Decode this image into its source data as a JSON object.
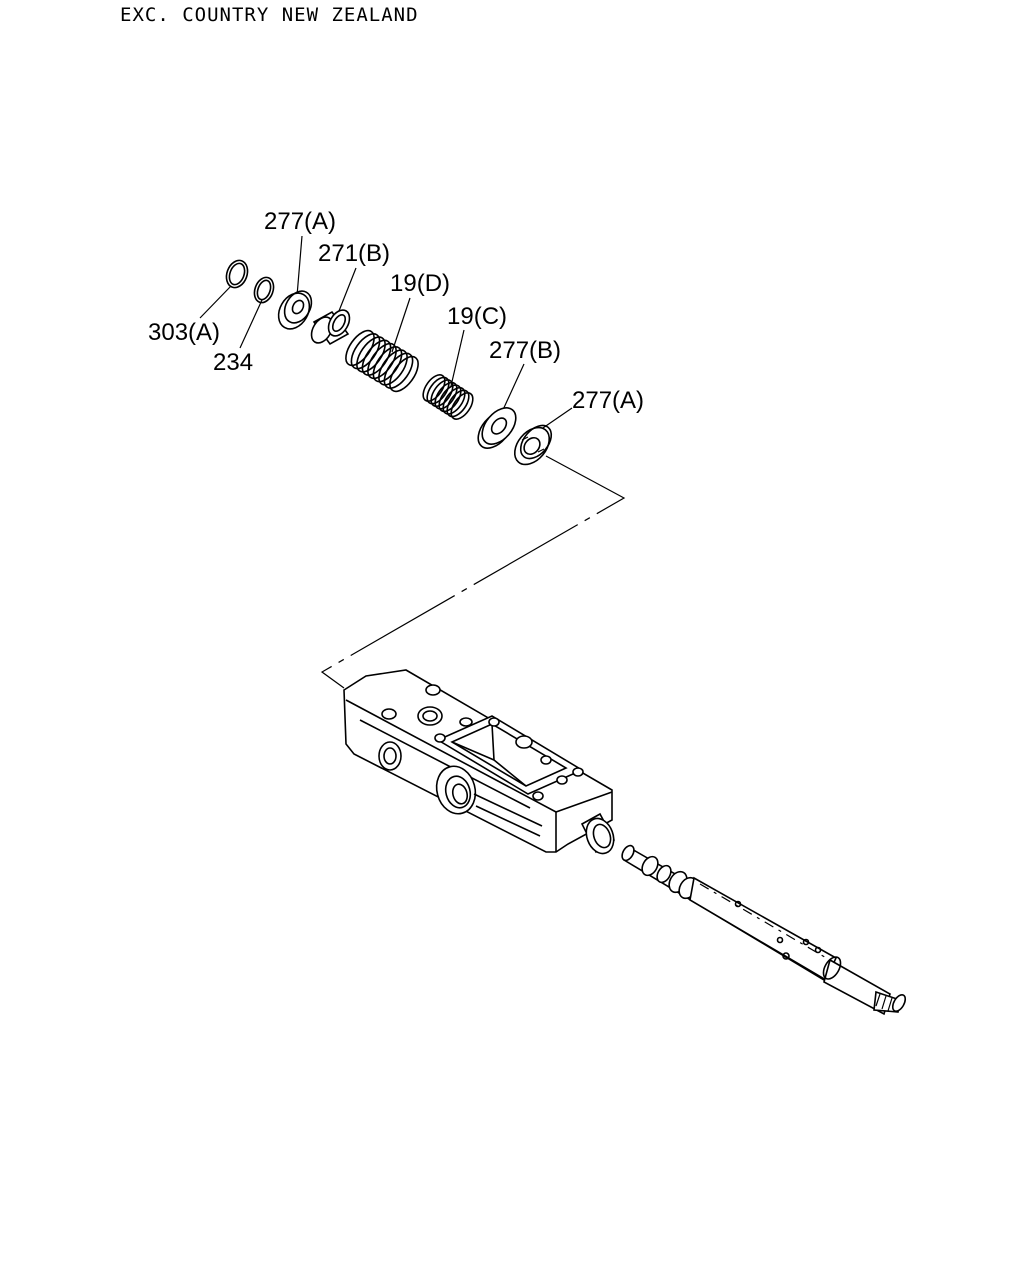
{
  "header": {
    "note": "EXC. COUNTRY NEW ZEALAND"
  },
  "callouts": [
    {
      "id": "c1",
      "text": "277(A)"
    },
    {
      "id": "c2",
      "text": "271(B)"
    },
    {
      "id": "c3",
      "text": "19(D)"
    },
    {
      "id": "c4",
      "text": "19(C)"
    },
    {
      "id": "c5",
      "text": "277(B)"
    },
    {
      "id": "c6",
      "text": "277(A)"
    },
    {
      "id": "c7",
      "text": "303(A)"
    },
    {
      "id": "c8",
      "text": "234"
    }
  ],
  "parts": [
    "snap-ring",
    "snap-ring",
    "retainer",
    "sleeve",
    "spring",
    "spring",
    "washer",
    "retainer",
    "valve-body",
    "spool"
  ]
}
